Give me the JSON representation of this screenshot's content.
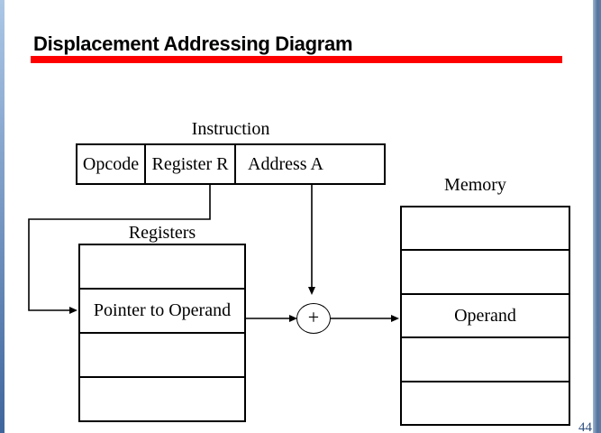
{
  "slide": {
    "title": "Displacement Addressing Diagram",
    "page_number": "44"
  },
  "diagram": {
    "instruction": {
      "label": "Instruction",
      "fields": [
        "Opcode",
        "Register R",
        "Address A"
      ]
    },
    "registers": {
      "label": "Registers",
      "rows": [
        "",
        "Pointer to Operand",
        "",
        ""
      ]
    },
    "memory": {
      "label": "Memory",
      "rows": [
        "",
        "",
        "Operand",
        "",
        ""
      ]
    },
    "adder": {
      "symbol": "+"
    }
  },
  "colors": {
    "accent_red": "#ff0000",
    "left_bar_top": "#acc7e6",
    "left_bar_bottom": "#3f669d",
    "right_bar_light": "#9fb4d0",
    "right_bar_dark": "#54749e",
    "page_number_color": "#2e4e7e"
  }
}
